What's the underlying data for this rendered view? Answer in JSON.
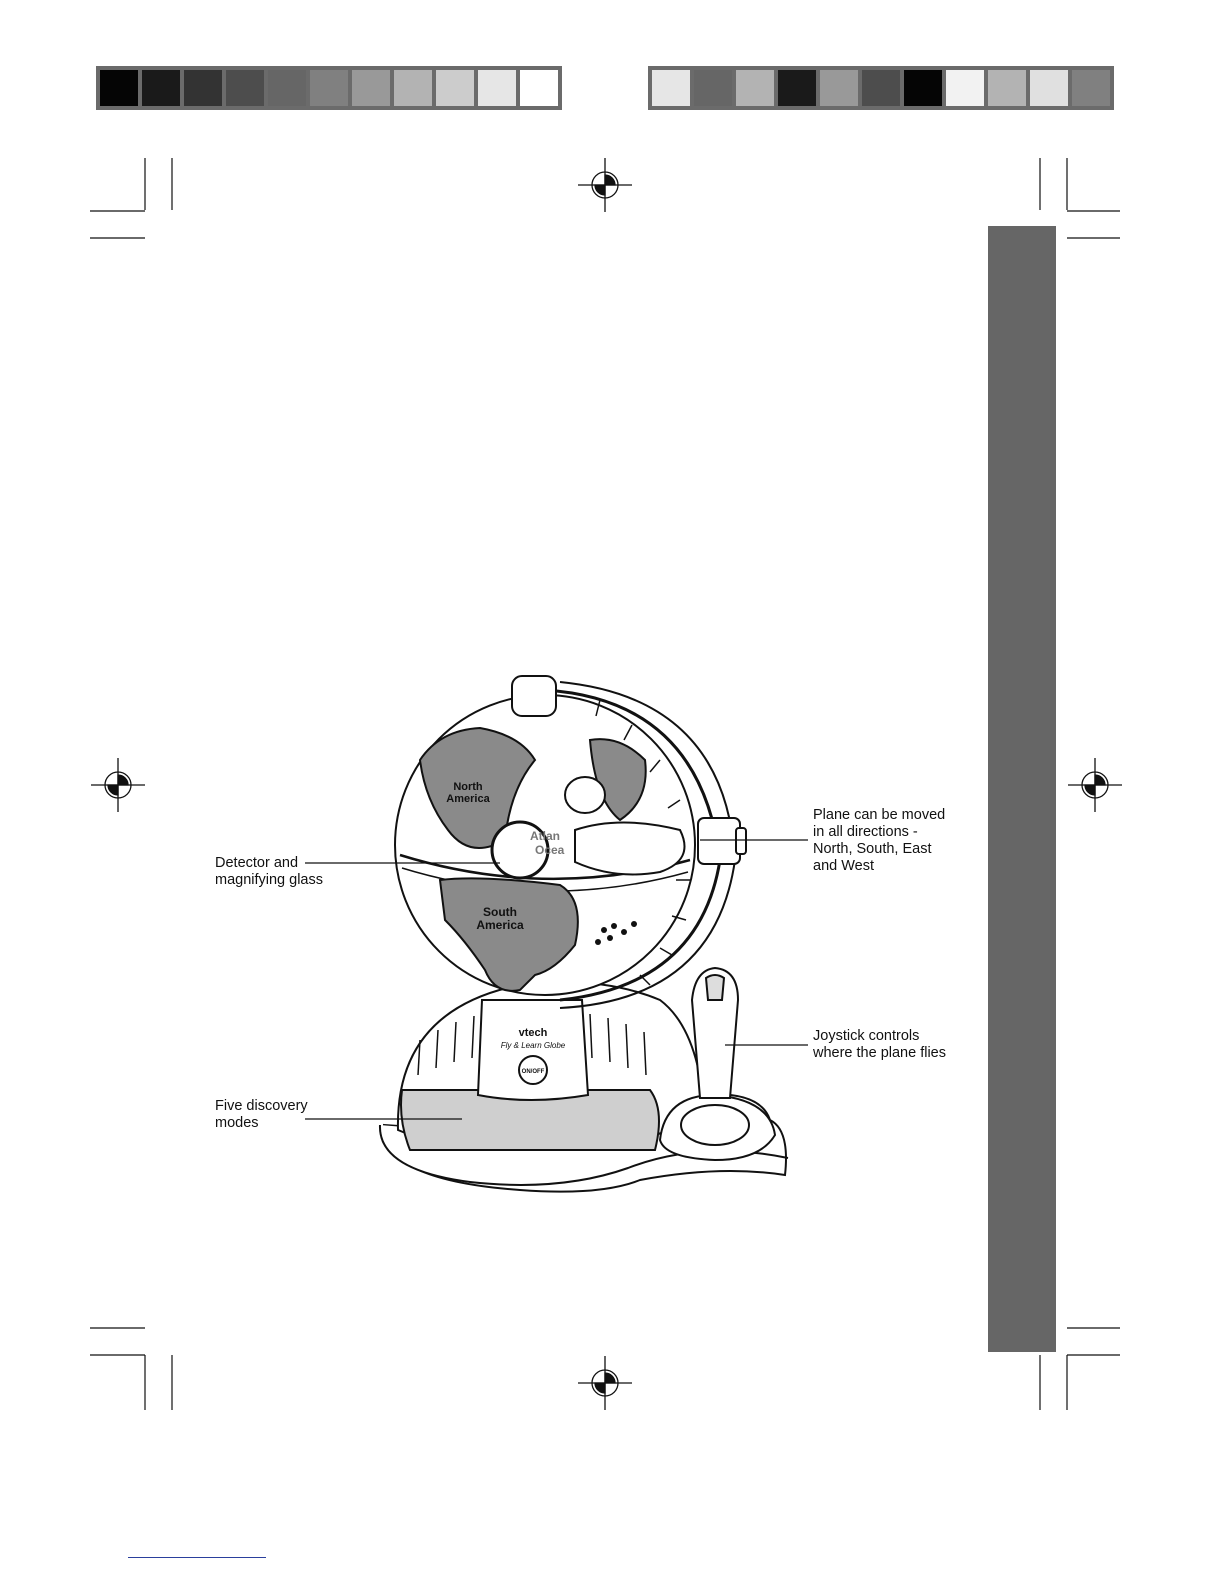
{
  "color_bar_left": {
    "colors": [
      "#050505",
      "#1a1a1a",
      "#333333",
      "#4d4d4d",
      "#666666",
      "#808080",
      "#999999",
      "#b3b3b3",
      "#cccccc",
      "#e6e6e6",
      "#ffffff"
    ]
  },
  "color_bar_right": {
    "colors": [
      "#e6e6e6",
      "#666666",
      "#b3b3b3",
      "#1a1a1a",
      "#999999",
      "#4d4d4d",
      "#050505",
      "#f2f2f2",
      "#b3b3b3",
      "#e0e0e0",
      "#808080"
    ]
  },
  "side_tab_color": "#666666",
  "globe": {
    "north_america_label": "North\nAmerica",
    "south_america_label": "South\nAmerica",
    "ocean_label": "Atlan\nOcea",
    "brand": "vtech",
    "product_name": "Fly & Learn Globe",
    "power_button": "ON/OFF"
  },
  "callouts": {
    "detector": [
      "Detector and",
      "magnifying glass"
    ],
    "plane": [
      "Plane can be moved",
      "in all directions -",
      "North, South, East",
      "and West"
    ],
    "joystick": [
      "Joystick controls",
      "where the plane flies"
    ],
    "modes": [
      "Five discovery",
      "modes"
    ]
  }
}
